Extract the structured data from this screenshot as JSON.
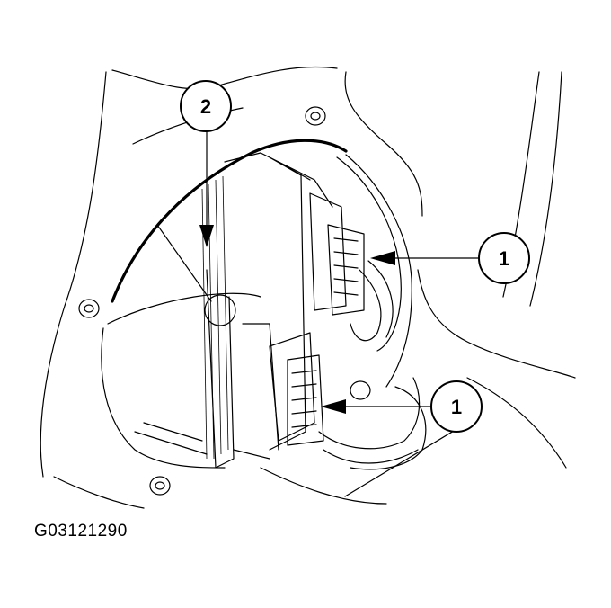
{
  "callouts": [
    {
      "label": "1"
    },
    {
      "label": "1"
    },
    {
      "label": "2"
    }
  ],
  "figure_id": "G03121290"
}
